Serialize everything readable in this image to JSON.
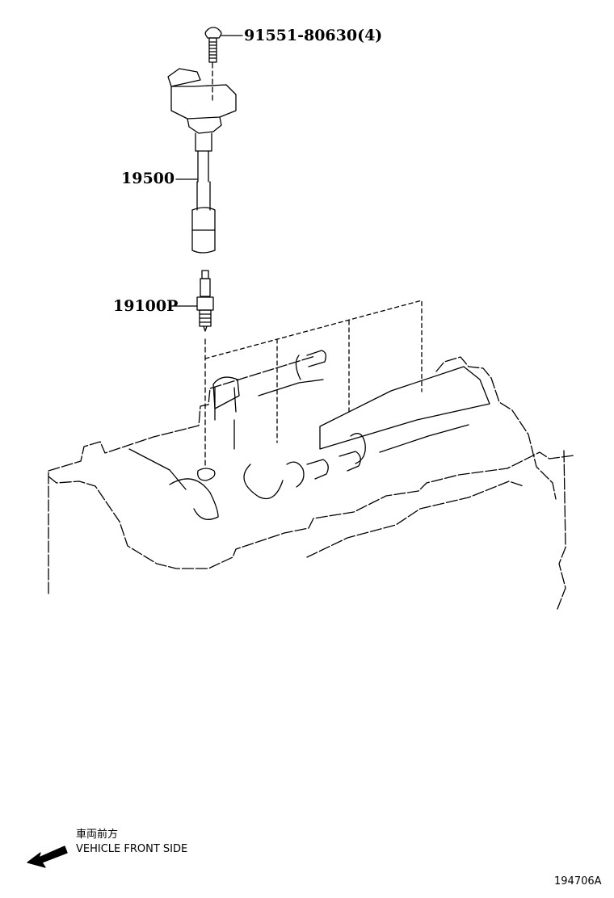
{
  "diagram": {
    "title": "Ignition coil and spark plug exploded view",
    "parts": [
      {
        "id": "bolt",
        "part_number": "91551-80630(4)",
        "description": "bolt"
      },
      {
        "id": "ignition-coil",
        "part_number": "19500",
        "description": "ignition coil"
      },
      {
        "id": "spark-plug",
        "part_number": "19100P",
        "description": "spark plug"
      }
    ],
    "orientation": {
      "label_jp": "車両前方",
      "label_en": "VEHICLE FRONT SIDE",
      "arrow": "arrow-left-down-icon"
    },
    "figure_code": "194706A",
    "colors": {
      "line": "#000000",
      "background": "#ffffff"
    }
  }
}
